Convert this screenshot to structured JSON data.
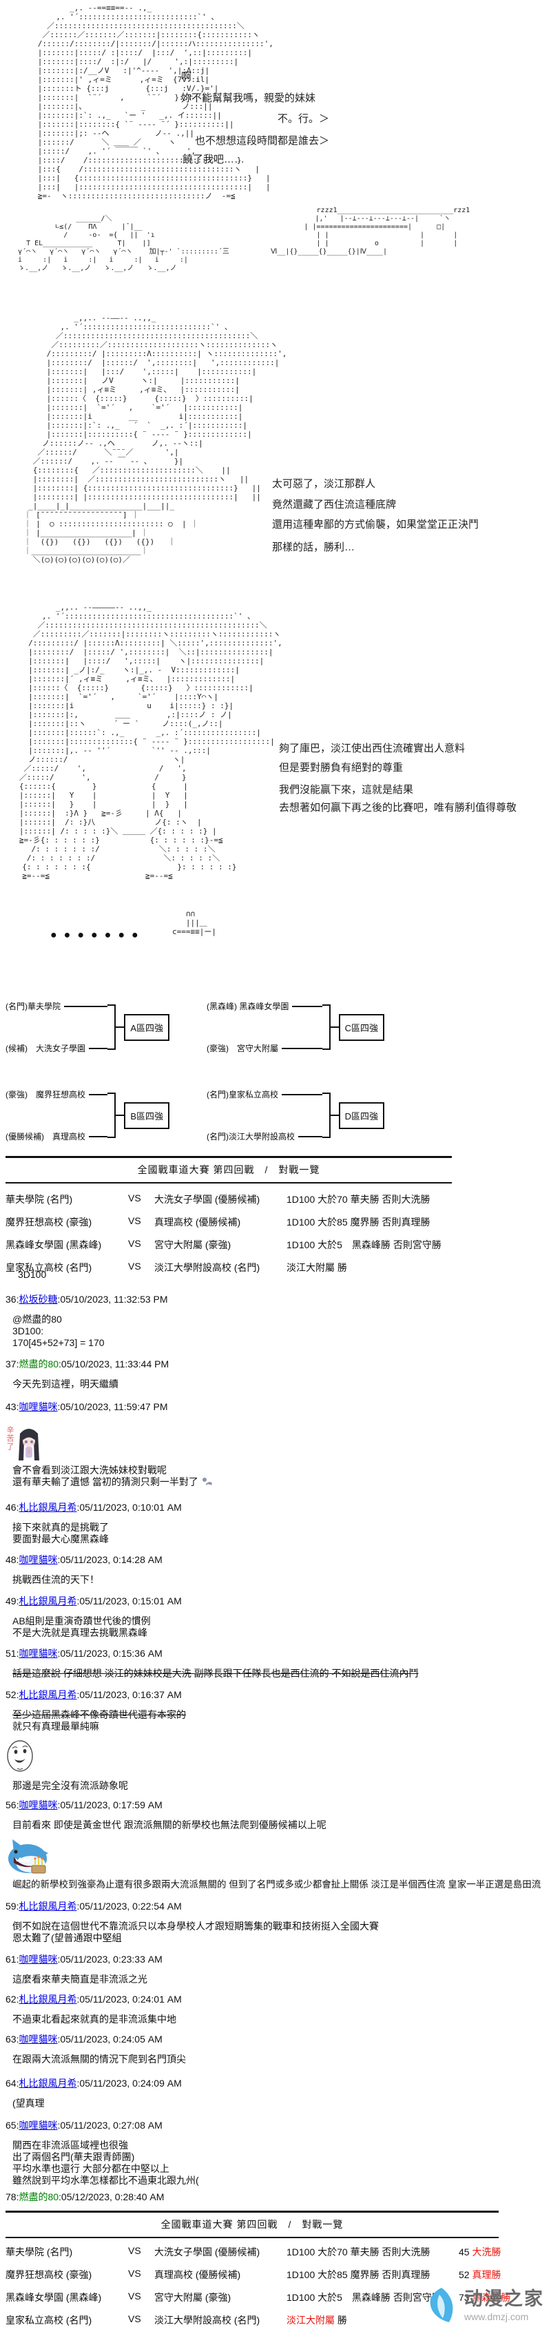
{
  "colors": {
    "link_blue": "#0000e6",
    "author_green": "#008000",
    "result_red": "#e8130c",
    "caption_red": "#e06060",
    "logo_blue": "#4ab3e8"
  },
  "aa": {
    "scene1": [
      "             _,. -‐==≡≡==‐- .,_",
      "          ,. '´::::::::::::::::::::::::::`' 、",
      "        ／::::::::::::::::::::::::::::::::::::::::＼",
      "       ／::::::／:::::::／:::::::|::::::::{:::::::::::ヽ",
      "      /::::::/::::::::/|:::::::/|::::::ハ:::::::::::::::',",
      "      |:::::::|:::::/ :|::::/  |:::/  ',::|:::::::::|",
      "      |:::::::|::::/  :|:/   |/     ',:|:::::::::|",
      "      |:::::::|:/__ノV   :|'^‐--‐  ',|:Λ::j|",
      "      |:::::::|' ,ィ=ミ      ,ィ=ミ  {7v::il|",
      "      |:::::::ト {:::j        {:::j   :V/.}='|",
      "      |:::::::|  `¨´    ,     `¨´   }::r '|",
      "      |:::::::|、            _        ノ:::||",
      "      |:::::::|:`: .,_   `ー '   _,. イ::::::||",
      "      |:::::::|::::::::{ `¨ ‐--‐ ¨´ }::::::::::||",
      "      |:::::::|;: -‐ヘ          ノ‐- .,||",
      "      |::::::/      ＼ ＿＿ ／      ヽ",
      "      |:::::/    ,. '´ ￣￣￣ `' 、     ',",
      "      |::::/    /:::::::::::::::::::::::::::＼    }",
      "      |:::{    /:::::::::::::::::::::::::::::::::ヽ   |",
      "      |:::|   {:::::::::::::::::::::::::::::::::::::}   |",
      "      |:::|   |:::::::::::::::::::::::::::::::::::::|   |",
      "      ≧=-  ヽ::::::::::::::::::::::::::::::ノ  -=≦"
    ],
    "train": [
      "                                                                           rzzz1____________________________rzz1",
      "                 ______/＼                                                 |,'   |--⊥---⊥---⊥---⊥--|     `ヽ",
      "            ∟≤(/    ПΛ      |¯|__                                       | |======================|      □|",
      "              /     ‐o‐  ={   ||  'ı                                       | |                      |       |",
      "     T EL____________      T|    |]                                        | |           o          |       |",
      "   γ´⌒ヽ   γ´⌒ヽ   γ´⌒ヽ   γ´⌒ヽ    加|┬‐' `:::::::::´三          Ⅵ__|{}_____{}_____{}|Ⅳ____|",
      "   i     :|   i     :|   i     :|   i     :|",
      "   ゝ.__,ノ   ゝ.__,ノ   ゝ.__,ノ   ゝ.__,ノ"
    ],
    "scene2": [
      "               _,,.. -‐――‐- ..,,_",
      "            ,. '´::::::::::::::::::::::::::::`' 、",
      "           ／:::::::::::::::::::::::::::::::::::::::::＼",
      "          ／:::::::::／::::::::::::::::::::ヽ::::::::::::::ヽ",
      "         /:::::::::/ |:::::::::Λ::::::::::| ヽ::::::::::::::',",
      "         |::::::::/  |::::::/  ',::::::::|   ',::::::::::::|",
      "         |:::::::|   |:::/    ',:::::|    |:::::::::::|",
      "         |:::::::|   ノV      ヽ:|     |:::::::::::|",
      "         |:::::::| ,ィ≡ミ     ,ィ≡ミ、  |:::::::::::|",
      "         |::::::〈  {:::::}      {:::::}  〉::::::::::|",
      "         |:::::::|  `='´   ,    `='´   |:::::::::::|",
      "         |:::::::|i        __         i|:::::::::::|",
      "         |:::::::|:`: .,_   ´  `  _,. :´|:::::::::::|",
      "         |:::::::|::::::::::{ ¨ ‐--‐ ¨ }:::::::::::::|",
      "        ノ::::::ノ‐- .,ヘ        ノ,. -‐ヽ::|",
      "       ／::::::/      ＼¨¨¨／       ',|",
      "      ／::::::/    ,. -‐ ￣ ‐- 、     }|",
      "      {::::::::{   ／:::::::::::::::::::::＼    ||",
      "      |::::::::|  ／:::::::::::::::::::::::::::ヽ   ||",
      "      |::::::::| {::::::::::::::::::::::::::::::::}   ||",
      "      |::::::::| |::::::::::::::::::::::::::::::::|   ||",
      "     _|____|_|________________|___||_",
      "    ｜ [¯¯¯¯¯¯¯¯¯¯¯¯¯¯¯¯¯¯] ｜",
      "    ｜ |  ○ ::::::::::::::::::::::: ○  | ｜",
      "    ｜ |____________________| ｜",
      "    ｜  ({})   ({})   ({})   ({})   ｜",
      "    ｜________________________｜",
      "      ＼(○)(○)(○)(○)(○)(○)／",
      "",
      ""
    ],
    "scene3": [
      "           _,,.. -‐―――――‐- ..,,_",
      "        ,. '´:::::::::::::::::::::::::::::::::::::`' 、",
      "       ／:::::::::::::::::::::::::::::::::::::::::::::::＼",
      "      ／:::::::::／:::::::|::::::::ヽ:::::::::ヽ::::::::::::ヽ",
      "     /:::::::::/ |::::::Λ:::::::::| ＼:::::',::::::::::::::',",
      "     |::::::::/  |:::::/ ',::::::::|  ＼::|:::::::::::::::|",
      "     |:::::::|   |::::/   ',:::::|    ヽ|:::::::::::::::|",
      "     |:::::::| _ノ|:/_    ヽ:|_,. ‐  V:::::::::::::|",
      "     |:::::::|´ ,ィ≡ミ     ,ィ≡ミ、  |:::::::::::::|",
      "     |::::::〈  {:::::}       {:::::}   〉::::::::::::|",
      "     |:::::::|  `='´   ,     `='´    |::::Y⌒ヽ|",
      "     |:::::::|i                u    i|:::::} : :}|",
      "     |:::::::|:,        ＿＿        ,:|::::ノ : ノ|",
      "     |:::::::|::ヽ      ´ ー `     ノ::::(_,ノ::|",
      "     |:::::::|::::::`: .,_       _,. :´::::::::::::::::|",
      "     |:::::::|::::::::::::::{ ¨ ‐--‐ ¨ }::::::::::::::::::|",
      "     |:::::::|,. -‐ ''´         `'' ‐- .,:::|",
      "     ノ::::::/                       ヽ|",
      "    ／:::::/    ',                /   ',",
      "   ／:::::/      ',              /     }",
      "   {::::::{        }            {      |",
      "   |::::::|   Y    |            |  Y   |",
      "   |::::::|   }    |            |  }   |",
      "   |::::::|  :}Λ }   ≧=-彡     | Λ{   |",
      "   |::::::|  /: :}八             ノ{: :ヽ  |",
      "   |::::::| /: : : : :}＼ ＿＿＿ ／{: : : : :} |",
      "   ≧=-彡{: : : : : :}           {: : : : : :}-=≦",
      "    　/: : : : : : :/             ＼: : : : :＼",
      "   　/: : : : : : :/               ＼: : : : :＼",
      "  　{: : : : : : :{                   }: : : : : :}",
      "  　≧=--=≦                     ≧=--=≦",
      "",
      "",
      "",
      "",
      ""
    ],
    "tank_small": [
      "   ∩∩",
      "   |||＿",
      "c===≡≡|ー|"
    ]
  },
  "scene1": {
    "dialogue": [
      "啊",
      "妳不能幫幫我嗎，親愛的妹妹",
      "不。行。＞",
      "也不想想這段時間都是誰去＞",
      "饒了我吧……"
    ]
  },
  "scene2": {
    "dialogue": [
      "太可惡了，淡江那群人",
      "竟然還藏了西住流這種底牌",
      "還用這種卑鄙的方式偷襲，如果堂堂正正決鬥",
      "那樣的話，勝利…"
    ]
  },
  "scene3": {
    "dialogue": [
      "夠了庫巴，淡江使出西住流確實出人意料",
      "但是要對勝負有絕對的尊重",
      "我們沒能贏下來，這就是結果",
      "去想著如何贏下再之後的比賽吧，唯有勝利值得尊敬"
    ]
  },
  "divider": {
    "dots": "●●●●●●●"
  },
  "brackets": [
    {
      "top": "(名門)華夫學院",
      "bottom": "(候補)　大洗女子學園",
      "box": "A區四強"
    },
    {
      "top": "(黑森峰) 黑森峰女學園",
      "bottom": "(豪強)　宮守大附屬",
      "box": "C區四強"
    },
    {
      "top": "(豪強)　魔界狂想高校",
      "bottom": "(優勝候補)　真理高校",
      "box": "B區四強"
    },
    {
      "top": "(名門)皇家私立高校",
      "bottom": "(名門)淡江大學附設高校",
      "box": "D區四強"
    }
  ],
  "table1": {
    "title": "全國戰車道大賽 第四回戰　/　對戰一覽",
    "rows": [
      {
        "a": "華夫學院 (名門)",
        "vs": "VS",
        "b": "大洗女子學園 (優勝候補)",
        "rule": "1D100 大於70 華夫勝 否則大洗勝"
      },
      {
        "a": "魔界狂想高校 (豪強)",
        "vs": "VS",
        "b": "真理高校 (優勝候補)",
        "rule": "1D100 大於85 魔界勝 否則真理勝"
      },
      {
        "a": "黑森峰女學園 (黑森峰)",
        "vs": "VS",
        "b": "宮守大附屬 (豪強)",
        "rule": "1D100 大於5　黑森峰勝 否則宮守勝"
      },
      {
        "a": "皇家私立高校 (名門)",
        "vs": "VS",
        "b": "淡江大學附設高校 (名門)",
        "rule": "淡江大附屬 勝"
      }
    ],
    "footer_roll": "3D100"
  },
  "posts": [
    {
      "num": "36:",
      "name": "松坂砂糖",
      "time": ":05/10/2023, 11:32:53 PM",
      "lines": [
        "@燃盡的80",
        "3D100:",
        "170[45+52+73] = 170"
      ]
    },
    {
      "num": "37:",
      "name": "燃盡的80",
      "time": ":05/10/2023, 11:33:44 PM",
      "lines": [
        "今天先到這裡，明天繼續"
      ]
    },
    {
      "num": "43:",
      "name": "咖哩貓咪",
      "time": ":05/10/2023, 11:59:47 PM",
      "caption": "辛苦了",
      "lines": [
        "會不會看到淡江跟大洗姊妹校對戰呢",
        "還有華夫輸了遺憾 當初的猜測只剩一半對了"
      ]
    },
    {
      "num": "46:",
      "name": "札比銀風月希",
      "time": ":05/11/2023, 0:10:01 AM",
      "lines": [
        "接下來就真的是挑戰了",
        "要面對最大心魔黑森峰"
      ]
    },
    {
      "num": "48:",
      "name": "咖哩貓咪",
      "time": ":05/11/2023, 0:14:28 AM",
      "lines": [
        "挑戰西住流的天下！"
      ]
    },
    {
      "num": "49:",
      "name": "札比銀風月希",
      "time": ":05/11/2023, 0:15:01 AM",
      "lines": [
        "AB組則是重演奇蹟世代後的慣例",
        "不是大洗就是真理去挑戰黑森峰"
      ]
    },
    {
      "num": "51:",
      "name": "咖哩貓咪",
      "time": ":05/11/2023, 0:15:36 AM",
      "lines": [
        "話是這麼說 仔細想想 淡江的妹妹校是大洗 副隊長跟下任隊長也是西住流的 不如說是西住流內鬥"
      ]
    },
    {
      "num": "52:",
      "name": "札比銀風月希",
      "time": ":05/11/2023, 0:16:37 AM",
      "lines": [
        "至少這屆黑森峰不像奇蹟世代還有本家的",
        "就只有真理最單純嘛",
        "那邊是完全沒有流派跡象呢"
      ]
    },
    {
      "num": "56:",
      "name": "咖哩貓咪",
      "time": ":05/11/2023, 0:17:59 AM",
      "lines": [
        "目前看來 即使是黃金世代 跟流派無關的新學校也無法爬到優勝候補以上呢",
        "崛起的新學校到強豪為止還有很多跟兩大流派無關的 但到了名門或多或少都會扯上關係 淡江是半個西住流 皇家一半正選是島田流"
      ]
    },
    {
      "num": "59:",
      "name": "札比銀風月希",
      "time": ":05/11/2023, 0:22:54 AM",
      "lines": [
        "倒不如說在這個世代不靠流派只以本身學校人才跟短期籌集的戰車和技術挺入全國大賽",
        "恩太難了(望普通跟中堅組"
      ]
    },
    {
      "num": "61:",
      "name": "咖哩貓咪",
      "time": ":05/11/2023, 0:23:33 AM",
      "lines": [
        "這麼看來華夫簡直是非流派之光"
      ]
    },
    {
      "num": "62:",
      "name": "札比銀風月希",
      "time": ":05/11/2023, 0:24:01 AM",
      "lines": [
        "不過東北看起來就真的是非流派集中地"
      ]
    },
    {
      "num": "63:",
      "name": "咖哩貓咪",
      "time": ":05/11/2023, 0:24:05 AM",
      "lines": [
        "在跟兩大流派無關的情況下爬到名門頂尖"
      ]
    },
    {
      "num": "64:",
      "name": "札比銀風月希",
      "time": ":05/11/2023, 0:24:09 AM",
      "lines": [
        "(望真理"
      ]
    },
    {
      "num": "65:",
      "name": "咖哩貓咪",
      "time": ":05/11/2023, 0:27:08 AM",
      "lines": [
        "關西在非流派區域裡也很強",
        "出了兩個名門(華夫跟青師團)",
        "平均水準也還行 大部分都在中堅以上",
        "雖然說到平均水準怎樣都比不過東北跟九州("
      ]
    },
    {
      "num": "78:",
      "name": "燃盡的80",
      "time": ":05/12/2023, 0:28:40 AM",
      "lines": []
    }
  ],
  "table2": {
    "title": "全國戰車道大賽 第四回戰　/　對戰一覽",
    "rows": [
      {
        "a": "華夫學院 (名門)",
        "vs": "VS",
        "b": "大洗女子學園 (優勝候補)",
        "rule": "1D100 大於70 華夫勝 否則大洗勝",
        "roll": "45",
        "result": "大洗勝"
      },
      {
        "a": "魔界狂想高校 (豪強)",
        "vs": "VS",
        "b": "真理高校 (優勝候補)",
        "rule": "1D100 大於85 魔界勝 否則真理勝",
        "roll": "52",
        "result": "真理勝"
      },
      {
        "a": "黑森峰女學園 (黑森峰)",
        "vs": "VS",
        "b": "宮守大附屬 (豪強)",
        "rule": "1D100 大於5　黑森峰勝 否則宮守勝",
        "roll": "73",
        "result": "黑森峰勝"
      },
      {
        "a": "皇家私立高校 (名門)",
        "vs": "VS",
        "b": "淡江大學附設高校 (名門)",
        "winner": "淡江大附屬",
        "winner_suffix": " 勝"
      }
    ]
  },
  "watermark": {
    "name": "动漫之家",
    "url": "www.dmzj.com"
  }
}
